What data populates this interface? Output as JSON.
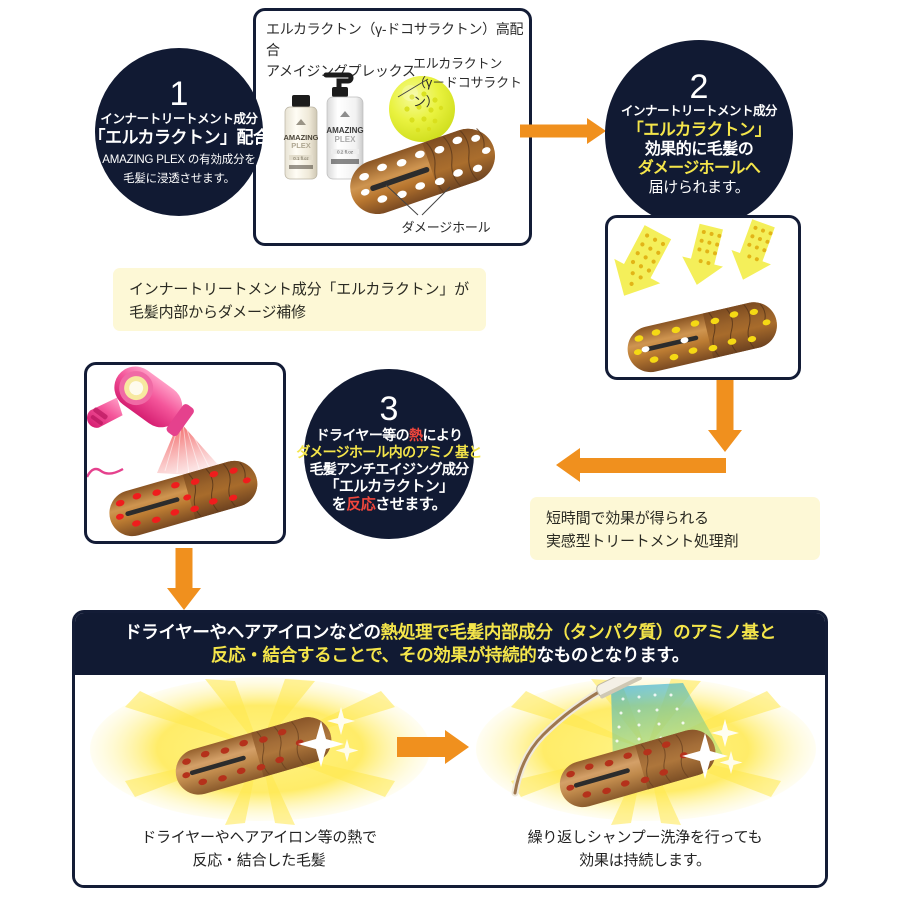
{
  "theme": {
    "navy": "#111a33",
    "orange": "#f0901e",
    "yellow_text": "#f4e54a",
    "red_text": "#f0463c",
    "pale_yellow_box": "#fdf8d6",
    "page_background": "#ffffff"
  },
  "step1": {
    "number": "1",
    "line1": "インナートリートメント成分",
    "line2": "「エルカラクトン」配合",
    "line3": "AMAZING PLEX の有効成分を",
    "line4": "毛髪に浸透させます。"
  },
  "step2": {
    "number": "2",
    "line1": "インナートリートメント成分",
    "line2": "「エルカラクトン」",
    "line3": "効果的に毛髪の",
    "line4": "ダメージホールへ",
    "line5": "届けられます。"
  },
  "step3": {
    "number": "3",
    "line1_a": "ドライヤー等の",
    "line1_b": "熱",
    "line1_c": "により",
    "line2": "ダメージホール内のアミノ基と",
    "line3": "毛髪アンチエイジング成分",
    "line4": "「エルカラクトン」",
    "line5_a": "を",
    "line5_b": "反応",
    "line5_c": "させます。"
  },
  "product_box": {
    "title_line1": "エルカラクトン（γ-ドコサラクトン）高配合",
    "title_line2": "アメイジングプレックス",
    "ingredient_label_line1": "エルカラクトン",
    "ingredient_label_line2": "（γ－ドコサラクトン）",
    "damage_hole_label": "ダメージホール",
    "bottle_small_brand": "AMAZING",
    "bottle_small_sub": "PLEX",
    "bottle_large_brand": "AMAZING",
    "bottle_large_sub": "PLEX"
  },
  "callout_left": {
    "line1": "インナートリートメント成分「エルカラクトン」が",
    "line2": "毛髪内部からダメージ補修"
  },
  "callout_right": {
    "line1": "短時間で効果が得られる",
    "line2": "実感型トリートメント処理剤"
  },
  "bottom_panel": {
    "header_line1_white_a": "ドライヤーやヘアアイロンなどの",
    "header_line1_yellow": "熱処理で毛髪内部成分（タンパク質）のアミノ基と",
    "header_line2_yellow": "反応・結合することで、その効果が持続的",
    "header_line2_white": "なものとなります。",
    "caption_left_line1": "ドライヤーやヘアアイロン等の熱で",
    "caption_left_line2": "反応・結合した毛髪",
    "caption_right_line1": "繰り返しシャンプー洗浄を行っても",
    "caption_right_line2": "効果は持続します。"
  },
  "icons": {
    "arrow_step1_to_step2": "arrow-right-icon",
    "arrow_step2_down": "arrow-down-icon",
    "arrow_to_step3": "arrow-left-icon",
    "arrow_step3_down": "arrow-down-icon",
    "arrow_bottom_middle": "arrow-right-icon",
    "hair_dryer": "hair-dryer-icon",
    "shower_head": "shower-head-icon",
    "hair_strand": "hair-strand-icon",
    "molecule_ball": "molecule-ball-icon",
    "sparkle": "sparkle-icon"
  }
}
